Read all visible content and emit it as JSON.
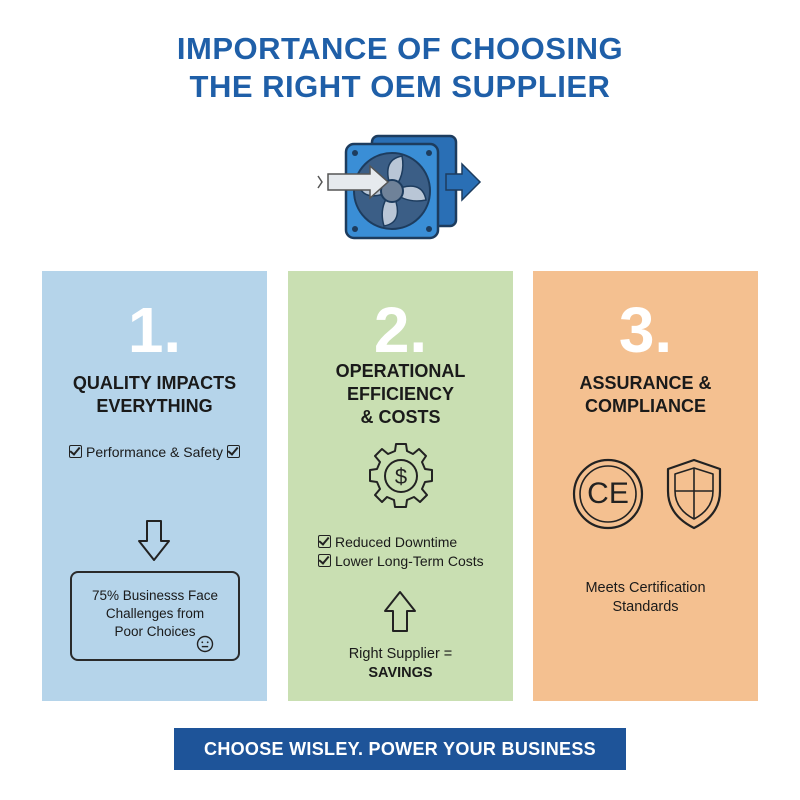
{
  "title": {
    "line1": "IMPORTANCE OF CHOOSING",
    "line2": "THE RIGHT OEM SUPPLIER"
  },
  "hero": {
    "icon": "cooling-fan-icon"
  },
  "cards": [
    {
      "number": "1.",
      "heading": [
        "QUALITY IMPACTS",
        "EVERYTHING"
      ],
      "check_label": "Performance & Safety",
      "icon": "arrow-down-icon",
      "stat": [
        "75% Businesss Face",
        "Challenges from",
        "Poor Choices"
      ],
      "emoji_icon": "neutral-face-icon",
      "color": "#b5d4ea"
    },
    {
      "number": "2.",
      "heading": [
        "OPERATIONAL",
        "EFFICIENCY",
        "& COSTS"
      ],
      "icon": "dollar-gear-icon",
      "checks": [
        "Reduced Downtime",
        "Lower Long-Term Costs"
      ],
      "arrow_icon": "arrow-up-icon",
      "summary": [
        "Right Supplier =",
        "SAVINGS"
      ],
      "color": "#c9dfb2"
    },
    {
      "number": "3.",
      "heading": [
        "ASSURANCE &",
        "COMPLIANCE"
      ],
      "icons": [
        "ce-mark-icon",
        "shield-icon"
      ],
      "ce_text": "CE",
      "caption": [
        "Meets Certification",
        "Standards"
      ],
      "color": "#f4c090"
    }
  ],
  "footer": {
    "label": "CHOOSE WISLEY. POWER YOUR BUSINESS"
  },
  "colors": {
    "title": "#1f5fa8",
    "footer_bg": "#1e5499"
  }
}
